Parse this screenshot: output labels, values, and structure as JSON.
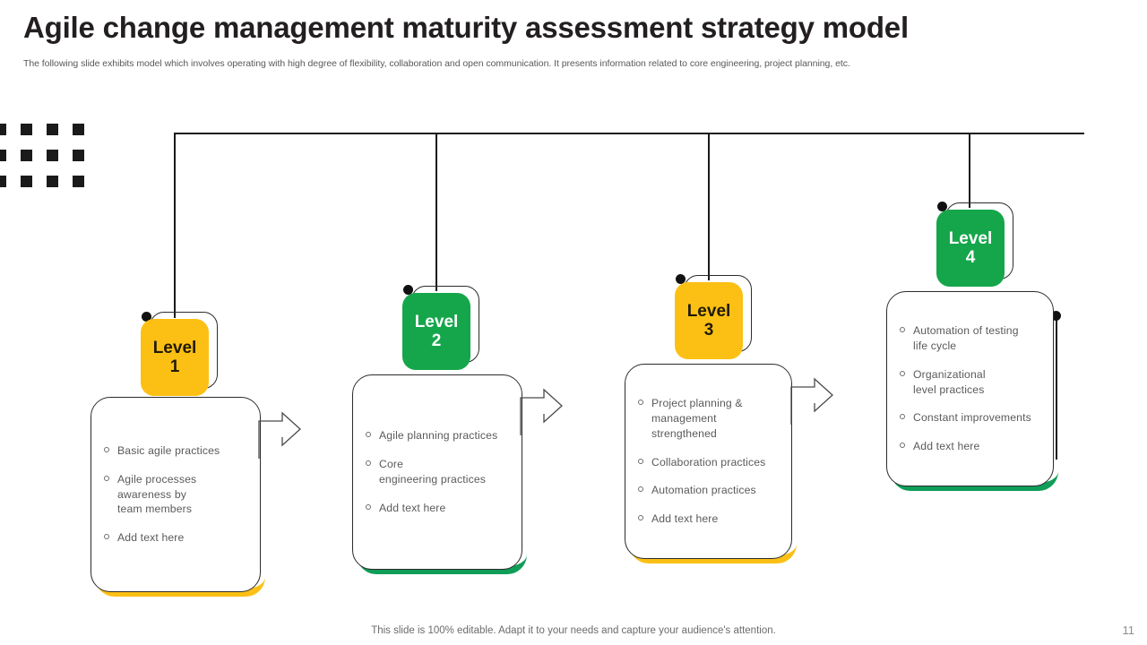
{
  "header": {
    "title": "Agile change management maturity assessment strategy model",
    "subtitle": "The following slide exhibits model which involves operating with high degree of flexibility,  collaboration and open communication. It presents information related to core engineering, project planning, etc."
  },
  "colors": {
    "yellow": "#FCC014",
    "green": "#15A64B",
    "green_accent": "#0F9D58",
    "text_dark": "#231f20",
    "text_muted": "#5a5a5a",
    "line": "#1a1a1a"
  },
  "levels": [
    {
      "badge_line1": "Level",
      "badge_line2": "1",
      "theme": "yellow",
      "bullets": [
        "Basic agile practices",
        "Agile processes\nawareness by\nteam members",
        "Add text here"
      ]
    },
    {
      "badge_line1": "Level",
      "badge_line2": "2",
      "theme": "green",
      "bullets": [
        "Agile planning practices",
        "Core\nengineering practices",
        "Add text here"
      ]
    },
    {
      "badge_line1": "Level",
      "badge_line2": "3",
      "theme": "yellow",
      "bullets": [
        "Project planning &\nmanagement strengthened",
        "Collaboration practices",
        "Automation practices",
        "Add text here"
      ]
    },
    {
      "badge_line1": "Level",
      "badge_line2": "4",
      "theme": "green",
      "bullets": [
        "Automation of testing\nlife cycle",
        "Organizational\nlevel practices",
        "Constant improvements",
        "Add text here"
      ]
    }
  ],
  "footer": {
    "note": "This slide is 100% editable. Adapt it to your needs and capture your audience's attention.",
    "page_number": "11"
  }
}
